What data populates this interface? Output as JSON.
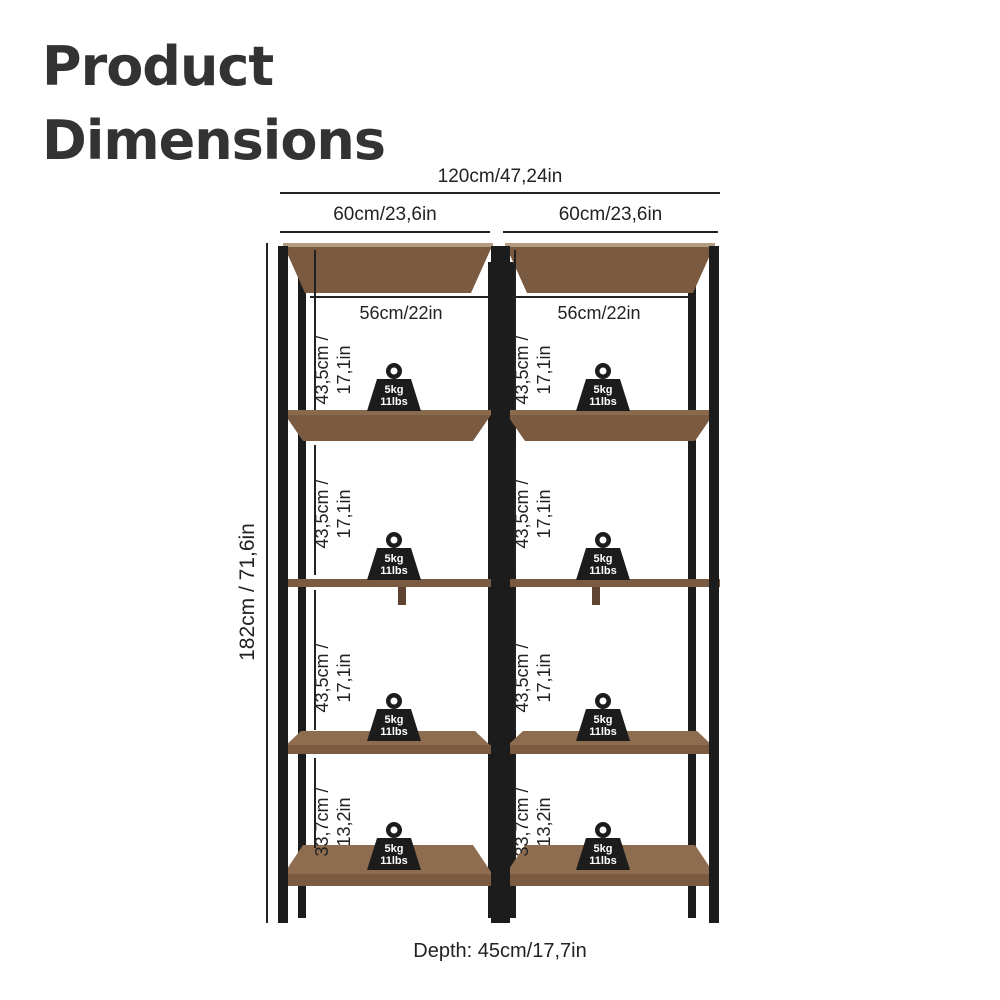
{
  "title": {
    "line1": "Product",
    "line2": "Dimensions"
  },
  "dimensions": {
    "total_width": "120cm/47,24in",
    "left_unit_width": "60cm/23,6in",
    "right_unit_width": "60cm/23,6in",
    "left_inner_width": "56cm/22in",
    "right_inner_width": "56cm/22in",
    "height": "182cm / 71,6in",
    "depth": "Depth: 45cm/17,7in"
  },
  "compartments": [
    {
      "height_cm": "43,5cm /",
      "height_in": "17,1in"
    },
    {
      "height_cm": "43,5cm /",
      "height_in": "17,1in"
    },
    {
      "height_cm": "43,5cm /",
      "height_in": "17,1in"
    },
    {
      "height_cm": "33,7cm /",
      "height_in": "13,2in"
    }
  ],
  "load": {
    "kg": "5kg",
    "lbs": "11lbs"
  },
  "colors": {
    "wood": "#7a5a40",
    "wood_dark": "#5e4430",
    "frame": "#1c1c1c",
    "text": "#333333"
  }
}
